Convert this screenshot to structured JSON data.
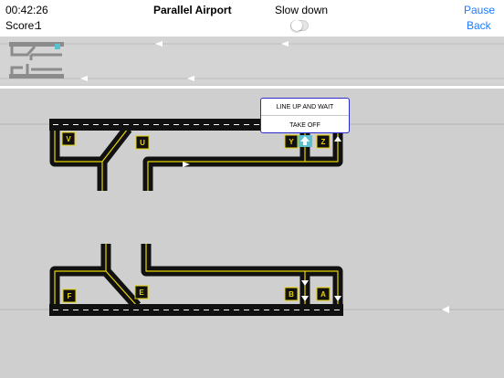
{
  "header": {
    "clock": "00:42:26",
    "score_label": "Score:",
    "score_value": "1",
    "title": "Parallel Airport",
    "slow_down_label": "Slow down",
    "slow_down_enabled": false,
    "pause_label": "Pause",
    "back_label": "Back"
  },
  "colors": {
    "runway": "#111111",
    "taxiway_line": "#e8d400",
    "selected_plane_highlight": "#5bc0d0",
    "link": "#1f7aff",
    "menu_border": "#2b2bd0"
  },
  "taxiway_signs": [
    "V",
    "U",
    "Y",
    "Z",
    "F",
    "E",
    "B",
    "A"
  ],
  "command_menu": {
    "items": [
      "LINE UP AND WAIT",
      "TAKE OFF"
    ]
  }
}
